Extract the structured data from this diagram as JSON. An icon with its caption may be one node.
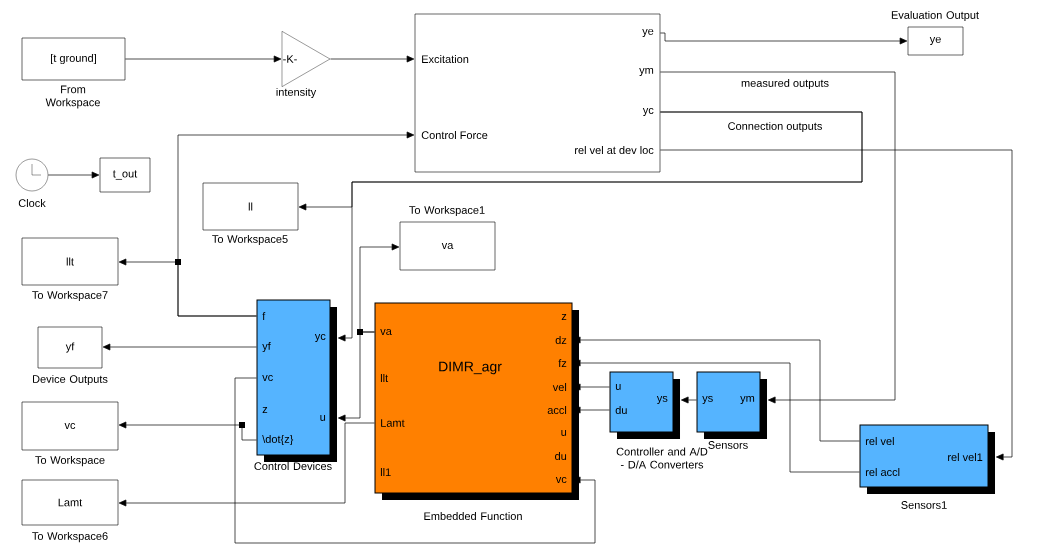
{
  "diagram": {
    "nodes": [
      {
        "text": [
          "[t ground]"
        ],
        "beside": [
          "From Workspace"
        ]
      },
      {
        "text": [
          "-K-"
        ],
        "beside": [
          "intensity"
        ]
      },
      {
        "text": [
          "Excitation",
          "Control Force",
          "ye",
          "ym",
          "yc",
          "rel vel at dev loc"
        ]
      },
      {
        "text": [
          "ye"
        ],
        "beside": [
          "Evaluation Output"
        ]
      },
      {
        "text": [],
        "shape": "circle",
        "beside": [
          "Clock"
        ]
      },
      {
        "text": [
          "t_out"
        ]
      },
      {
        "text": [
          "ll"
        ],
        "beside": [
          "To Workspace5"
        ]
      },
      {
        "text": [
          "va"
        ],
        "beside": [
          "To Workspace1"
        ]
      },
      {
        "text": [
          "llt"
        ],
        "beside": [
          "To Workspace7"
        ]
      },
      {
        "text": [
          "f",
          "yf",
          "vc",
          "z",
          "\\dot{z}",
          "yc",
          "u"
        ],
        "beside": [
          "Control Devices"
        ]
      },
      {
        "text": [
          "DIMR_agr",
          "va",
          "llt",
          "Lamt",
          "ll1",
          "z",
          "dz",
          "fz",
          "vel",
          "accl",
          "u",
          "du",
          "vc"
        ],
        "beside": [
          "Embedded Function"
        ]
      },
      {
        "text": [
          "yf"
        ],
        "beside": [
          "Device Outputs"
        ]
      },
      {
        "text": [
          "vc"
        ],
        "beside": [
          "To Workspace"
        ]
      },
      {
        "text": [
          "Lamt"
        ],
        "beside": [
          "To Workspace6"
        ]
      },
      {
        "text": [
          "u",
          "du",
          "ys"
        ],
        "beside": [
          "Controller and A/D - D/A Converters"
        ]
      },
      {
        "text": [
          "ys",
          "ym"
        ],
        "beside": [
          "Sensors"
        ]
      },
      {
        "text": [
          "rel vel",
          "rel accl",
          "rel vel1"
        ],
        "beside": [
          "Sensors1"
        ]
      }
    ],
    "edges": [
      {
        "from": 0,
        "to": 1,
        "arrow": "to"
      },
      {
        "from": 1,
        "to": 2,
        "arrow": "to"
      },
      {
        "from": 4,
        "to": 5,
        "arrow": "to"
      },
      {
        "from": 2,
        "to": 3,
        "arrow": "to"
      },
      {
        "from": 2,
        "to": 15,
        "arrow": "to",
        "label": "measured outputs"
      },
      {
        "from": 2,
        "to": 9,
        "arrow": "to",
        "label": "Connection outputs"
      },
      {
        "from": 2,
        "to": 6,
        "arrow": "to"
      },
      {
        "from": 2,
        "to": 16,
        "arrow": "to"
      },
      {
        "from": 9,
        "to": 8,
        "arrow": "to"
      },
      {
        "from": 9,
        "to": 2,
        "arrow": "to"
      },
      {
        "from": 9,
        "to": 11,
        "arrow": "to"
      },
      {
        "from": 9,
        "to": 12,
        "arrow": "to"
      },
      {
        "from": 9,
        "to": 10,
        "arrow": "to"
      },
      {
        "from": 10,
        "to": 7,
        "arrow": "to"
      },
      {
        "from": 10,
        "to": 9,
        "arrow": "to"
      },
      {
        "from": 10,
        "to": 13,
        "arrow": "to"
      },
      {
        "from": 15,
        "to": 14,
        "arrow": "to"
      },
      {
        "from": 14,
        "to": 10,
        "arrow": "to"
      },
      {
        "from": 14,
        "to": 10,
        "arrow": "to"
      },
      {
        "from": 16,
        "to": 10,
        "arrow": "to"
      },
      {
        "from": 16,
        "to": 10,
        "arrow": "to"
      }
    ]
  }
}
